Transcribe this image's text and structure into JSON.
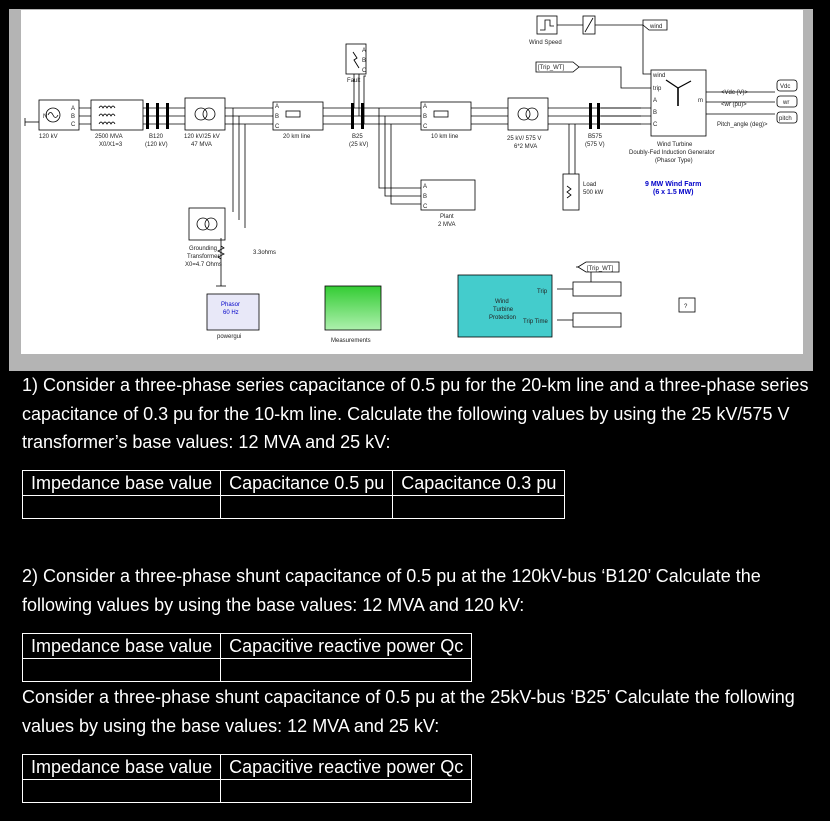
{
  "diagram": {
    "source_label": "120 kV",
    "grid_tx_line1": "2500 MVA",
    "grid_tx_line2": "X0/X1=3",
    "bus_b120_line1": "B120",
    "bus_b120_line2": "(120 kV)",
    "tx1_line1": "120 kV/25 kV",
    "tx1_line2": "47 MVA",
    "line20": "20 km line",
    "fault": "Fault",
    "bus_b25_line1": "B25",
    "bus_b25_line2": "(25 kV)",
    "line10": "10 km line",
    "tx2_line1": "25 kV/ 575 V",
    "tx2_line2": "6*2 MVA",
    "bus_b575_line1": "B575",
    "bus_b575_line2": "(575 V)",
    "wind_speed": "Wind Speed",
    "trip_tag": "[Trip_WT]",
    "wind_tag": "wind",
    "wt_line1": "Wind Turbine",
    "wt_line2": "Doubly-Fed Induction Generator",
    "wt_line3": "(Phasor Type)",
    "wind_farm_line1": "9 MW Wind Farm",
    "wind_farm_line2": "(6 x 1.5 MW)",
    "load_line1": "Load",
    "load_line2": "500 kW",
    "plant_line1": "Plant",
    "plant_line2": "2 MVA",
    "grounding_line1": "Grounding",
    "grounding_line2": "Transformer",
    "grounding_line3": "X0=4.7 Ohms",
    "resistor": "3.3ohms",
    "powergui_line1": "Phasor",
    "powergui_line2": "60 Hz",
    "powergui": "powergui",
    "measurements": "Measurements",
    "protection_line1": "Wind",
    "protection_line2": "Turbine",
    "protection_line3": "Protection",
    "trip_port": "Trip",
    "trip_time_port": "Trip Time",
    "question_mark": "?",
    "out_vdc": "<Vdc (V)>",
    "out_wr": "<wr (pu)>",
    "out_pitch": "Pitch_angle (deg)>",
    "scope_vdc": "Vdc",
    "scope_wr": "wr",
    "scope_pitch": "pitch",
    "wt_in_wind": "wind",
    "wt_in_trip": "trip",
    "wt_out_m": "m"
  },
  "q1": {
    "text": "1) Consider a three-phase series capacitance of 0.5 pu for the 20-km line and a three-phase series capacitance of 0.3 pu for the 10-km line. Calculate the following values by using the 25 kV/575 V transformer’s base values: 12 MVA and 25 kV:",
    "headers": [
      "Impedance base value",
      "Capacitance 0.5 pu",
      "Capacitance 0.3 pu"
    ]
  },
  "q2": {
    "text": "2) Consider a three-phase shunt capacitance of 0.5 pu at the 120kV-bus ‘B120’ Calculate the following values by using the base values: 12 MVA and 120 kV:",
    "headers": [
      "Impedance base value",
      "Capacitive reactive power Qc"
    ]
  },
  "q3": {
    "text": "Consider a three-phase shunt capacitance of 0.5 pu at the 25kV-bus ‘B25’ Calculate the following values by using the base values: 12 MVA and 25 kV:",
    "headers": [
      "Impedance base value",
      "Capacitive reactive power Qc"
    ]
  },
  "colors": {
    "measurements": "#33cc33",
    "protection": "#44cccc",
    "powergui_box": "#e8e8f8",
    "bus": "#000000",
    "wind_farm_text": "#0000c8"
  }
}
